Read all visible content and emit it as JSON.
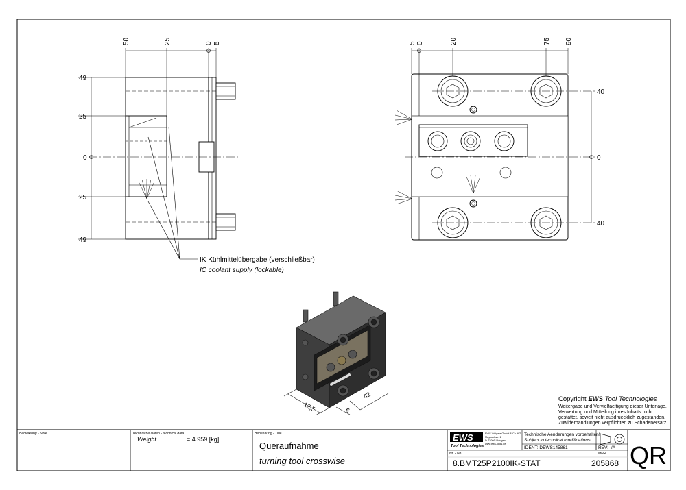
{
  "drawing": {
    "left_view": {
      "top_dims": [
        "50",
        "25",
        "0",
        "5"
      ],
      "side_dims": [
        "49",
        "25",
        "0",
        "25",
        "49"
      ]
    },
    "right_view": {
      "top_dims": [
        "5",
        "0",
        "20",
        "75",
        "90"
      ],
      "side_dims": [
        "40",
        "0",
        "40"
      ]
    },
    "iso_dims": [
      "12,5",
      "42",
      "6"
    ],
    "callout": {
      "de": "IK Kühlmittelübergabe (verschließbar)",
      "en": "IC coolant supply (lockable)"
    },
    "copyright": {
      "prefix": "Copyright ",
      "brand": "EWS",
      "suffix": " Tool Technologies",
      "lines": [
        "Weitergabe und Vervielfaeltigung dieser Unterlage,",
        "Verwertung und Mitteilung ihres Inhalts nicht",
        "gestattet, soweit nicht ausdruecklich zugestanden.",
        "Zuwiderhandlungen verpflichten zu Schadenersatz."
      ]
    }
  },
  "title_block": {
    "note_label": "Bemerkung - Note",
    "tech_label": "Technische Daten - technical data",
    "weight_label": "Weight",
    "weight_value": "= 4.959 [kg]",
    "title_label": "Benennung - Title",
    "title_de": "Queraufnahme",
    "title_en": "turning tool crosswise",
    "logo_text": "EWS",
    "logo_sub": "Tool Technologies",
    "company_lines": [
      "EWS Weigele GmbH & Co. KG",
      "Maybachstr. 1",
      "D-73066 Uhingen",
      "www.ews-tools.de"
    ],
    "notice_de": "Technische Aenderungen vorbehalten!",
    "notice_en": "Subject to technical modifications!",
    "ident": "IDENT: DEWS145861",
    "rev": "REV: -/A",
    "nr_label": "Nr. - No.",
    "part_number": "8.BMT25P2100IK-STAT",
    "mnr_label": "MNR",
    "mnr": "205868",
    "qr": "QR"
  }
}
